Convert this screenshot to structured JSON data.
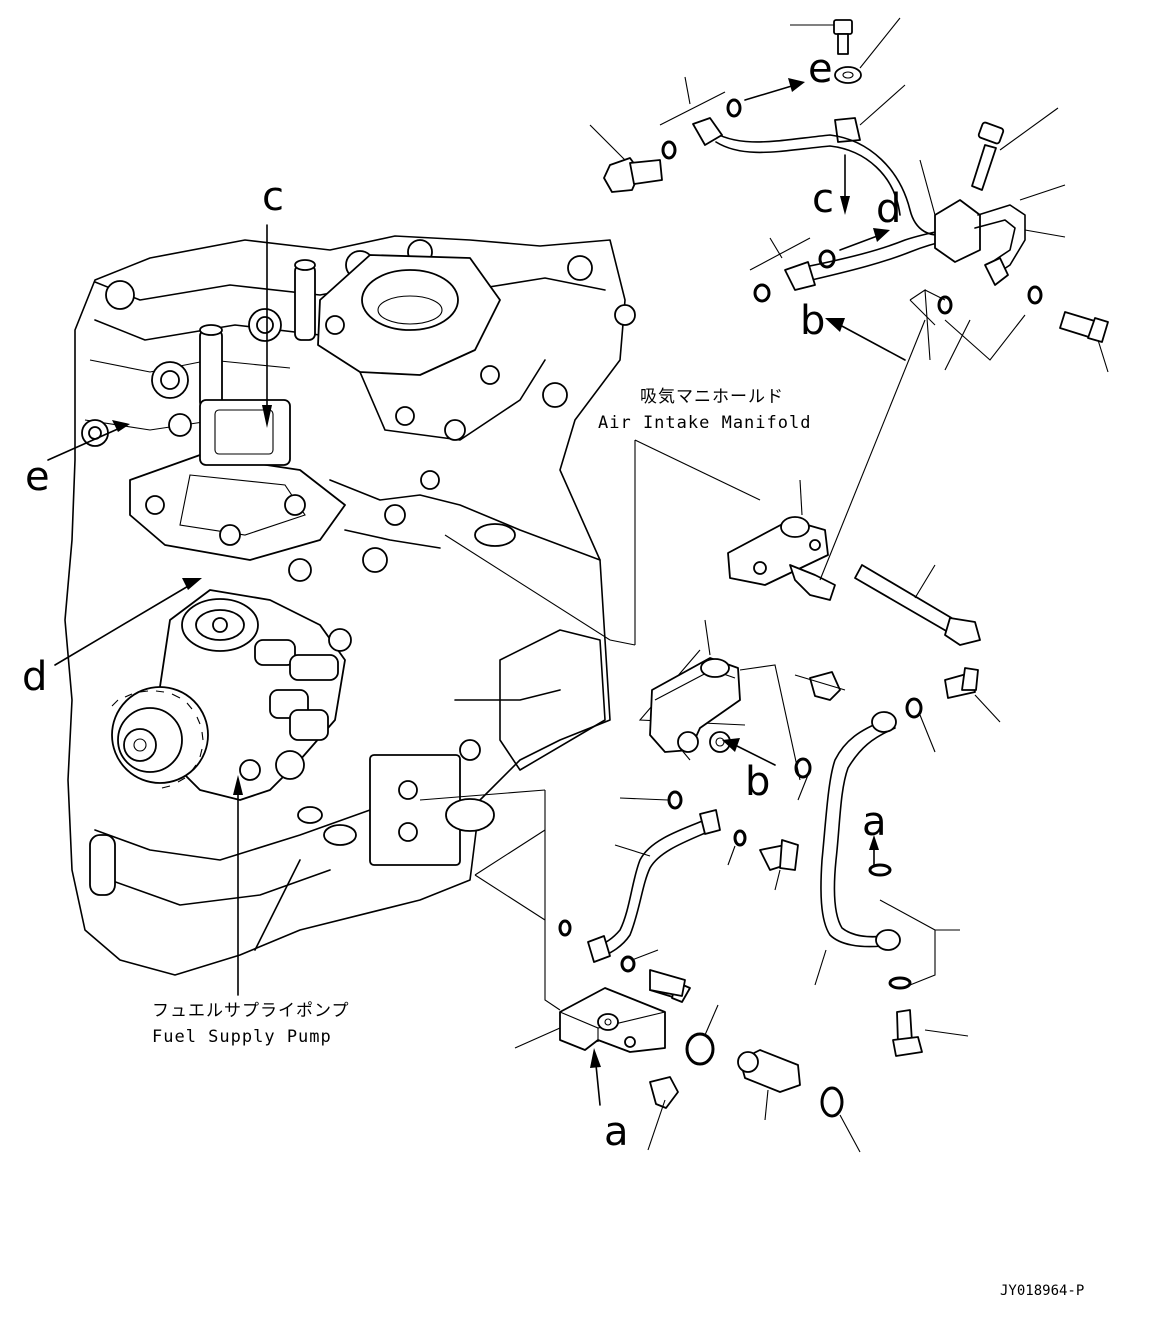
{
  "labels": {
    "manifold_jp": "吸気マニホールド",
    "manifold_en": "Air Intake Manifold",
    "pump_jp": "フュエルサプライポンプ",
    "pump_en": "Fuel Supply Pump",
    "drawing_code": "JY018964-P"
  },
  "reference_letters": {
    "a": "a",
    "b": "b",
    "c": "c",
    "d": "d",
    "e": "e"
  }
}
